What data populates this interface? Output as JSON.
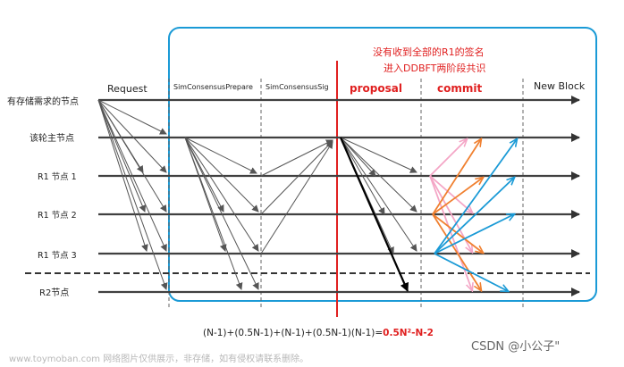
{
  "phases": {
    "request": "Request",
    "prepare": "SimConsensusPrepare",
    "sig": "SimConsensusSig",
    "proposal": "proposal",
    "commit": "commit",
    "new_block": "New Block"
  },
  "nodes": {
    "client": "有存储需求的节点",
    "leader": "该轮主节点",
    "r1_1": "R1 节点 1",
    "r1_2": "R1 节点 2",
    "r1_3": "R1 节点 3",
    "r2": "R2节点"
  },
  "annotation": {
    "line1": "没有收到全部的R1的签名",
    "line2": "进入DDBFT两阶段共识"
  },
  "formula": {
    "expression": "(N-1)+(0.5N-1)+(N-1)+(0.5N-1)(N-1)=",
    "result": "0.5N²-N-2"
  },
  "watermark": "www.toymoban.com 网络图片仅供展示，非存储，如有侵权请联系删除。",
  "credit": "CSDN @小公子\"",
  "colors": {
    "frame": "#1a9ad6",
    "divider_red": "#e02020",
    "annotation_red": "#e02020",
    "pink_arrow": "#f4a6c6",
    "orange_arrow": "#f08030",
    "blue_arrow": "#1a9ad6",
    "timeline": "#404040"
  }
}
